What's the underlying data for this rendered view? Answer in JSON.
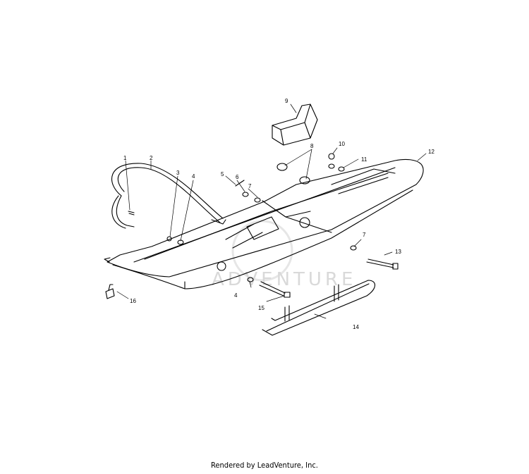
{
  "diagram": {
    "callouts": [
      "1",
      "2",
      "3",
      "4",
      "5",
      "6",
      "7",
      "8",
      "9",
      "10",
      "11",
      "12",
      "13",
      "4",
      "15",
      "14",
      "16",
      "7"
    ],
    "watermark": "ADVENTURE"
  },
  "footer": {
    "credit": "Rendered by LeadVenture, Inc."
  }
}
